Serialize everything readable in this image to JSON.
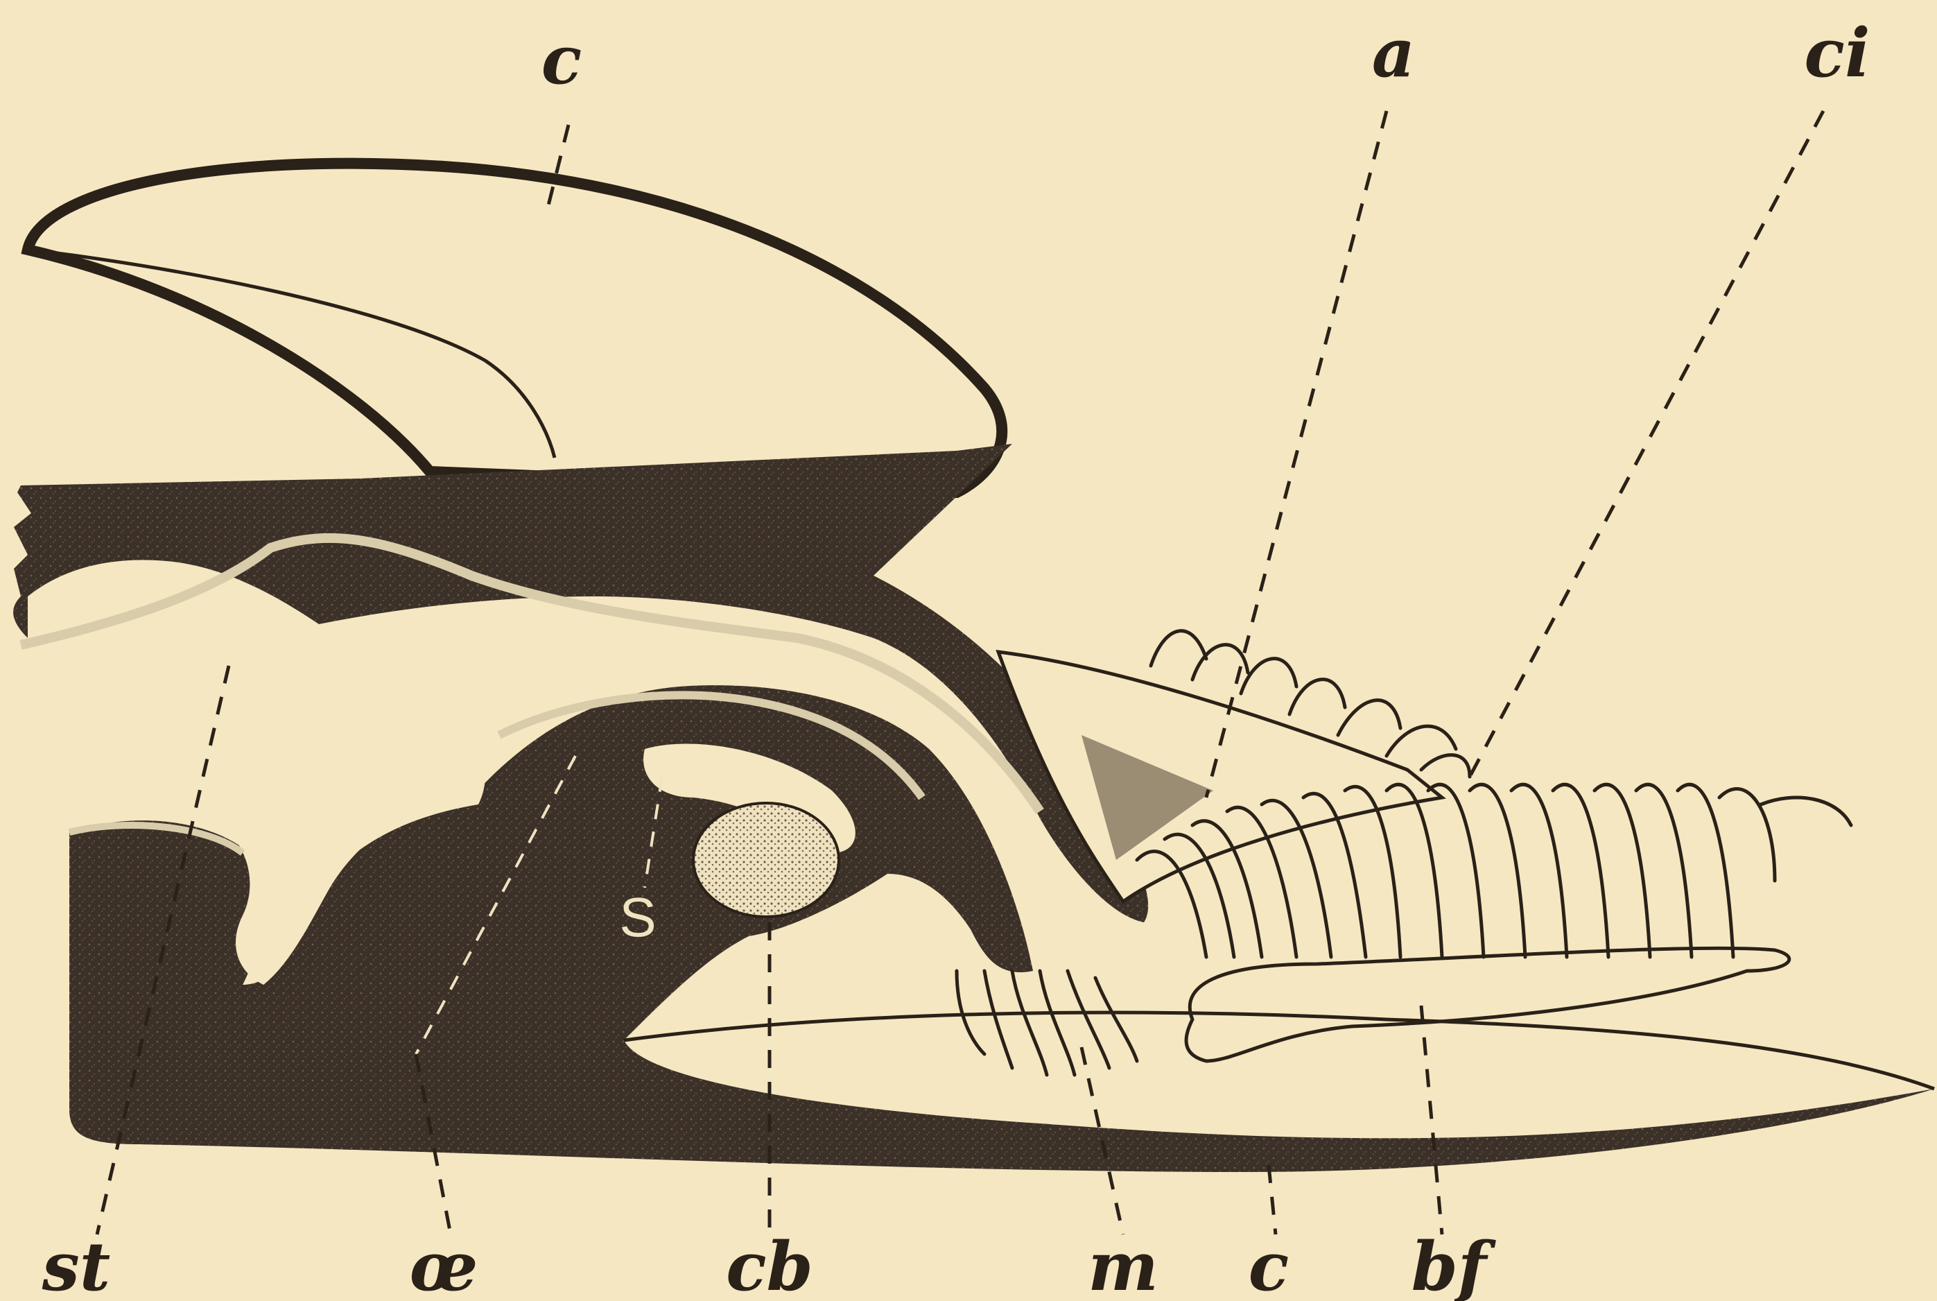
{
  "figure": {
    "labels": {
      "c_top": "c",
      "a": "a",
      "ci": "ci",
      "s": "S",
      "st": "st",
      "oe": "œ",
      "cb": "cb",
      "m": "m",
      "c_bottom": "c",
      "bf": "bf"
    },
    "colors": {
      "paper": "#f5e7c2",
      "tissue": "#3b3128",
      "ink": "#2a2118",
      "lining": "#d9ccaa"
    }
  }
}
